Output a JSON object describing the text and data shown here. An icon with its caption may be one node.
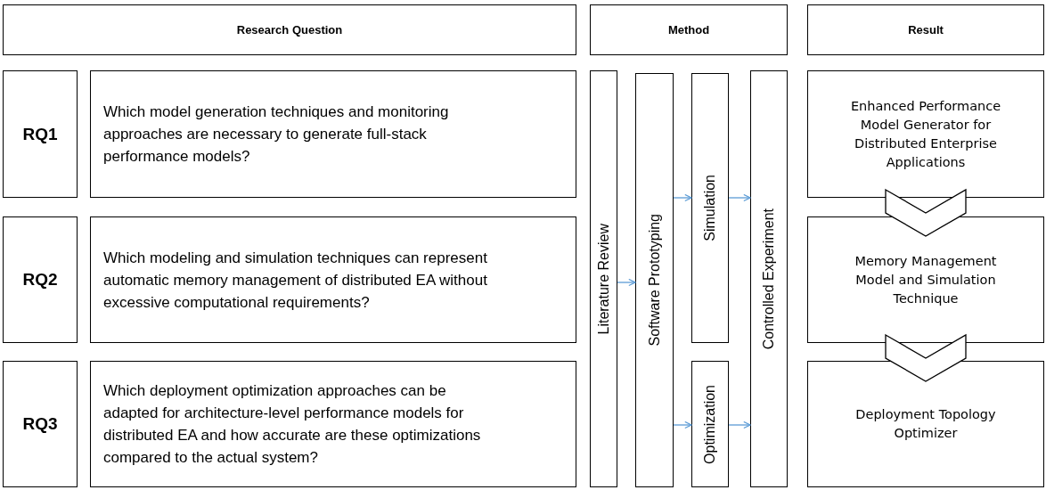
{
  "diagram": {
    "nodes": [
      {
        "text": [
          "Research Question"
        ]
      },
      {
        "text": [
          "Method"
        ]
      },
      {
        "text": [
          "Result"
        ]
      },
      {
        "text": [
          "RQ1"
        ]
      },
      {
        "text": [
          "Which model generation techniques and monitoring approaches are necessary to generate full-stack performance models?"
        ]
      },
      {
        "text": [
          "RQ2"
        ]
      },
      {
        "text": [
          "Which modeling and simulation techniques can represent automatic memory management of distributed EA without excessive computational requirements?"
        ]
      },
      {
        "text": [
          "RQ3"
        ]
      },
      {
        "text": [
          "Which deployment optimization approaches can be adapted for architecture-level performance models for distributed EA and how accurate are these optimizations compared to the actual system?"
        ]
      },
      {
        "text": [
          "Literature Review"
        ]
      },
      {
        "text": [
          "Software Prototyping"
        ]
      },
      {
        "text": [
          "Simulation"
        ]
      },
      {
        "text": [
          "Optimization"
        ]
      },
      {
        "text": [
          "Controlled Experiment"
        ]
      },
      {
        "text": [
          "Enhanced Performance Model Generator for Distributed Enterprise Applications"
        ]
      },
      {
        "text": [
          "Memory Management Model and Simulation Technique"
        ]
      },
      {
        "text": [
          "Deployment Topology Optimizer"
        ]
      }
    ],
    "edges": [
      {
        "from": 9,
        "to": 10,
        "arrow": "to"
      },
      {
        "from": 10,
        "to": 11,
        "arrow": "to"
      },
      {
        "from": 10,
        "to": 12,
        "arrow": "to"
      },
      {
        "from": 11,
        "to": 13,
        "arrow": "to"
      },
      {
        "from": 12,
        "to": 13,
        "arrow": "to"
      },
      {
        "from": 14,
        "to": 15,
        "arrow": "to",
        "color": "#000000"
      },
      {
        "from": 15,
        "to": 16,
        "arrow": "to",
        "color": "#000000"
      }
    ]
  }
}
